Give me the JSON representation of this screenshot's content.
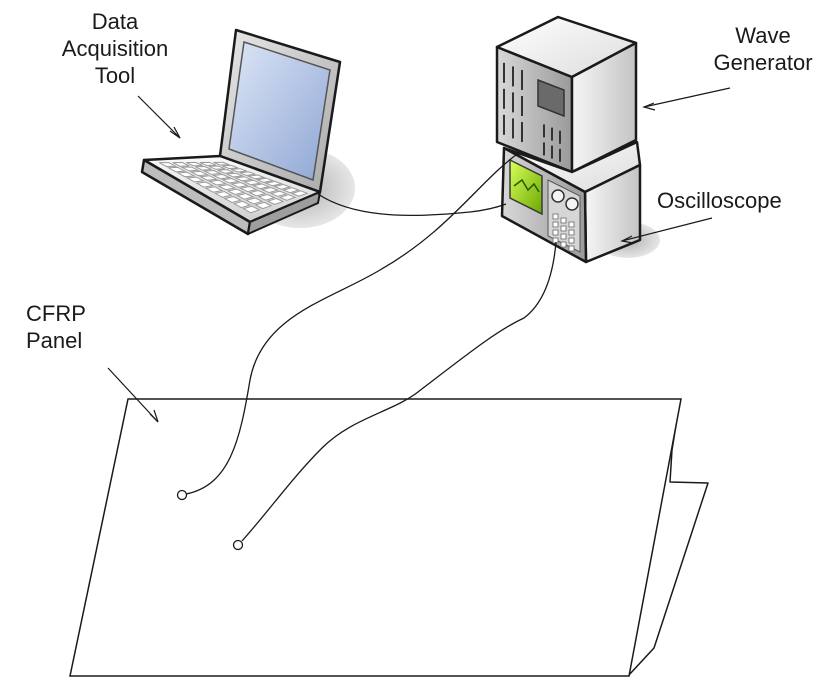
{
  "labels": {
    "daq_line1": "Data",
    "daq_line2": "Acquisition",
    "daq_line3": "Tool",
    "wave_line1": "Wave",
    "wave_line2": "Generator",
    "osc": "Oscilloscope",
    "cfrp_line1": "CFRP",
    "cfrp_line2": "Panel"
  },
  "icons": [
    "laptop-icon",
    "wave-generator-icon",
    "oscilloscope-icon",
    "cfrp-panel",
    "sensor-icon"
  ],
  "colors": {
    "screen": "#b8c8e8",
    "scope_screen": "#9ad400",
    "device_body": "#f2f2f2",
    "outline": "#1a1a1a"
  }
}
